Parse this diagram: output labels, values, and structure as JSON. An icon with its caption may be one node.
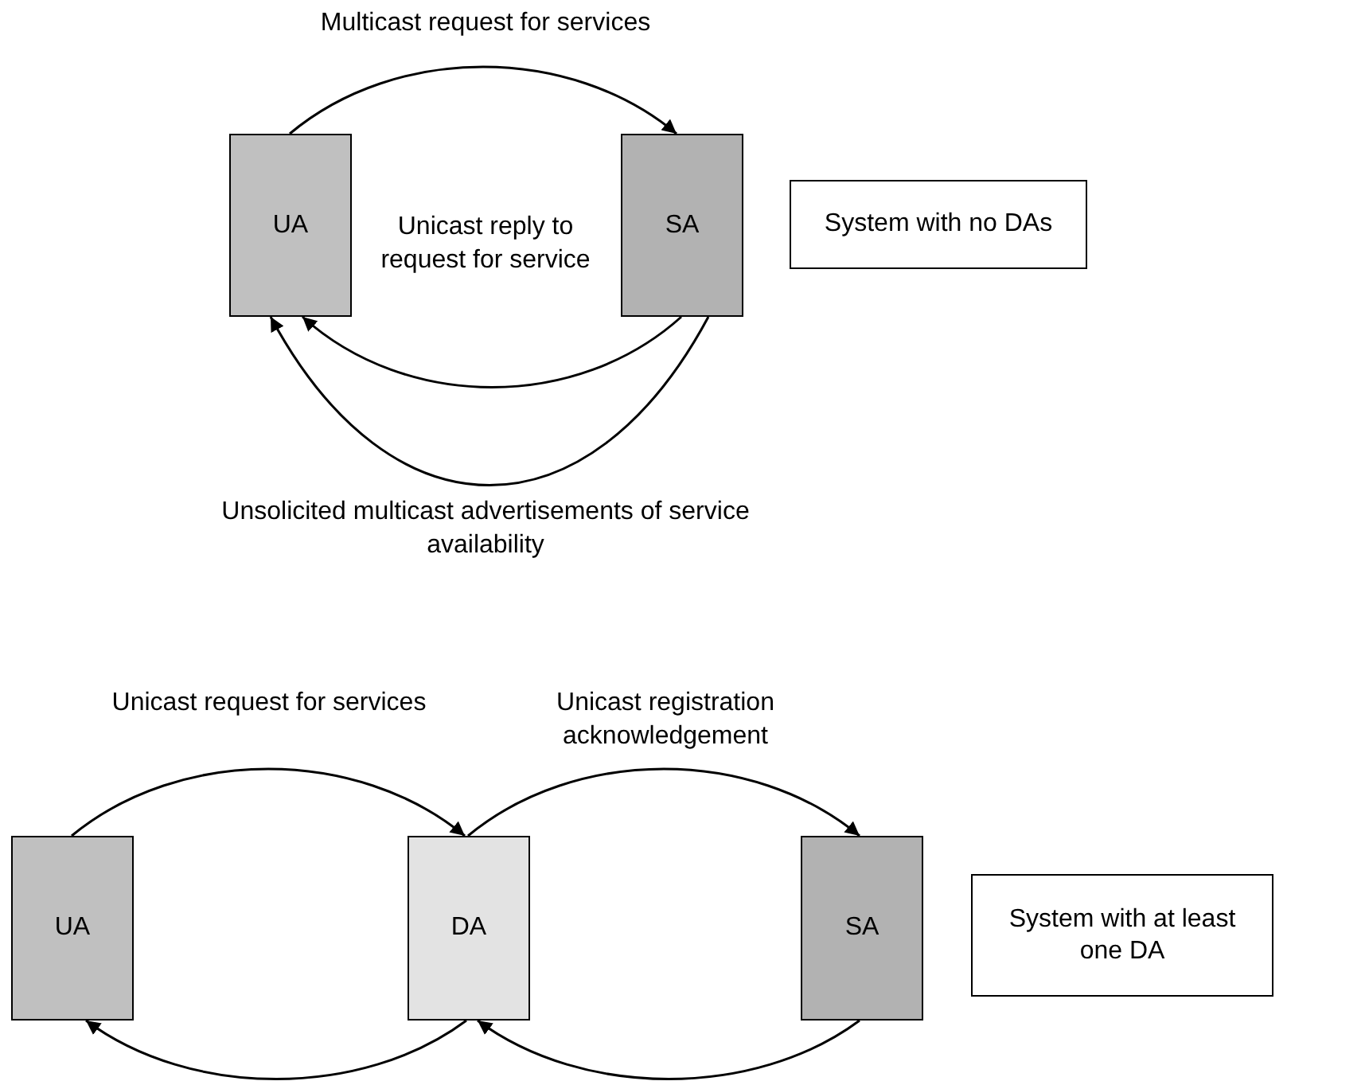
{
  "diagram": {
    "nodes": [
      {
        "text": [
          "UA"
        ]
      },
      {
        "text": [
          "SA"
        ]
      },
      {
        "text": [
          "System with no DAs"
        ]
      },
      {
        "text": [
          "UA"
        ]
      },
      {
        "text": [
          "DA"
        ]
      },
      {
        "text": [
          "SA"
        ]
      },
      {
        "text": [
          "System with at least one DA"
        ]
      }
    ],
    "edges": [
      {
        "from": 0,
        "to": 1,
        "arrow": "to",
        "label": "Multicast request for services"
      },
      {
        "from": 1,
        "to": 0,
        "arrow": "to",
        "label": "Unicast reply to request for service"
      },
      {
        "from": 1,
        "to": 0,
        "arrow": "to",
        "label": "Unsolicited multicast advertisements of service availability"
      },
      {
        "from": 3,
        "to": 4,
        "arrow": "to",
        "label": "Unicast request for services"
      },
      {
        "from": 4,
        "to": 5,
        "arrow": "to",
        "label": "Unicast registration acknowledgement"
      },
      {
        "from": 4,
        "to": 3,
        "arrow": "to"
      },
      {
        "from": 5,
        "to": 4,
        "arrow": "to"
      }
    ]
  }
}
